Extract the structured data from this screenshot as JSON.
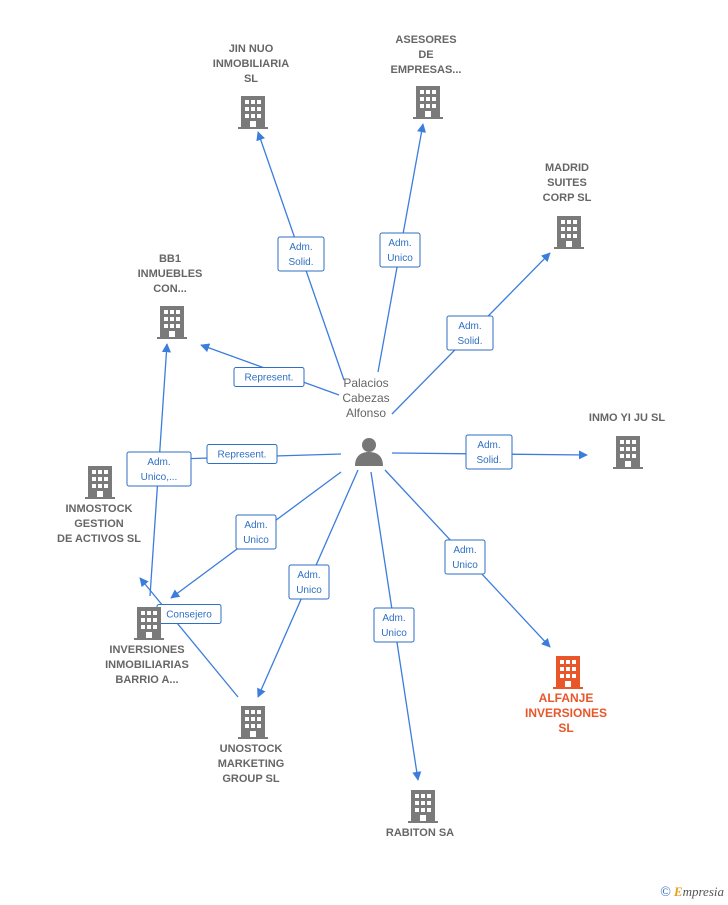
{
  "person": {
    "name_lines": [
      "Palacios",
      "Cabezas",
      "Alfonso"
    ],
    "icon": "person-icon"
  },
  "companies": [
    {
      "id": "jin_nuo",
      "lines": [
        "JIN NUO",
        "INMOBILIARIA",
        "SL"
      ],
      "icon": "building-icon"
    },
    {
      "id": "asesores",
      "lines": [
        "ASESORES",
        "DE",
        "EMPRESAS..."
      ],
      "icon": "building-icon"
    },
    {
      "id": "madrid_suites",
      "lines": [
        "MADRID",
        "SUITES",
        "CORP  SL"
      ],
      "icon": "building-icon"
    },
    {
      "id": "bb1",
      "lines": [
        "BB1",
        "INMUEBLES",
        "CON..."
      ],
      "icon": "building-icon"
    },
    {
      "id": "inmo_yi_ju",
      "lines": [
        "INMO YI JU  SL"
      ],
      "icon": "building-icon"
    },
    {
      "id": "inmostock",
      "lines": [
        "INMOSTOCK",
        "GESTION",
        "DE ACTIVOS SL"
      ],
      "icon": "building-icon"
    },
    {
      "id": "inversiones",
      "lines": [
        "INVERSIONES",
        "INMOBILIARIAS",
        "BARRIO A..."
      ],
      "icon": "building-icon"
    },
    {
      "id": "alfanje",
      "lines": [
        "ALFANJE",
        "INVERSIONES",
        "SL"
      ],
      "icon": "building-icon",
      "highlight": true
    },
    {
      "id": "unostock",
      "lines": [
        "UNOSTOCK",
        "MARKETING",
        "GROUP SL"
      ],
      "icon": "building-icon"
    },
    {
      "id": "rabiton",
      "lines": [
        "RABITON SA"
      ],
      "icon": "building-icon"
    }
  ],
  "relations": [
    {
      "from": "person",
      "to": "jin_nuo",
      "label": [
        "Adm.",
        "Solid."
      ]
    },
    {
      "from": "person",
      "to": "asesores",
      "label": [
        "Adm.",
        "Unico"
      ]
    },
    {
      "from": "person",
      "to": "madrid_suites",
      "label": [
        "Adm.",
        "Solid."
      ]
    },
    {
      "from": "person",
      "to": "bb1",
      "label": [
        "Represent."
      ]
    },
    {
      "from": "person",
      "to": "inmo_yi_ju",
      "label": [
        "Adm.",
        "Solid."
      ]
    },
    {
      "from": "person",
      "to": "inmostock",
      "label": [
        "Represent."
      ]
    },
    {
      "from": "inversiones",
      "to": "bb1",
      "label": [
        "Adm.",
        "Unico,..."
      ]
    },
    {
      "from": "person",
      "to": "inversiones",
      "label": [
        "Adm.",
        "Unico"
      ]
    },
    {
      "from": "person",
      "to": "unostock",
      "label": [
        "Adm.",
        "Unico"
      ]
    },
    {
      "from": "person",
      "to": "rabiton",
      "label": [
        "Adm.",
        "Unico"
      ]
    },
    {
      "from": "person",
      "to": "alfanje",
      "label": [
        "Adm.",
        "Unico"
      ]
    },
    {
      "from": "unostock",
      "to": "inmostock",
      "label": [
        "Consejero"
      ]
    }
  ],
  "colors": {
    "edge": "#3b7ddd",
    "building": "#7a7a7a",
    "highlight": "#e8562a",
    "label": "#666666"
  },
  "watermark": {
    "copyright": "©",
    "brand_initial": "E",
    "brand_rest": "mpresia"
  }
}
